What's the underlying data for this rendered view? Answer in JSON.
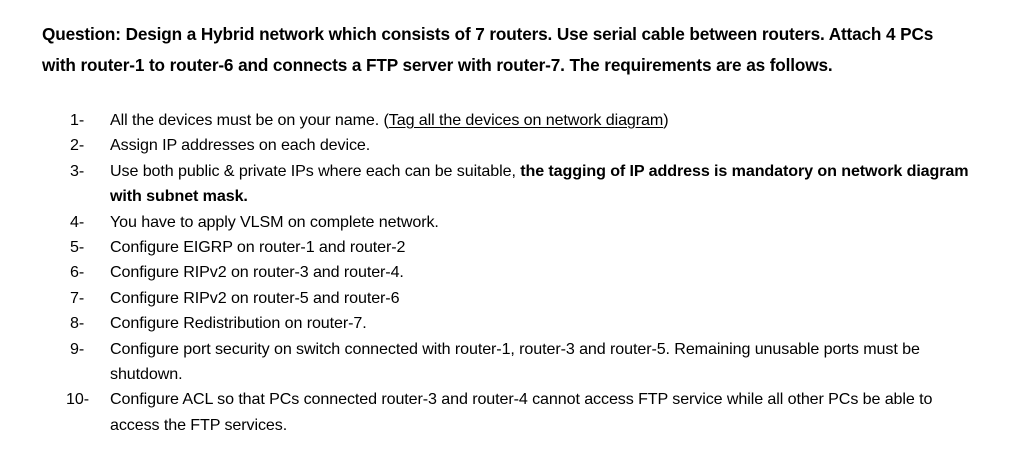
{
  "document": {
    "heading": {
      "text": "Question: Design a Hybrid network which consists of 7 routers. Use serial cable between routers. Attach 4 PCs with router-1 to router-6 and connects a FTP server with router-7. The requirements are as follows."
    },
    "requirements": {
      "items": [
        {
          "marker": "1-",
          "text_before": "All the devices must be on your name. (",
          "underlined": "Tag all the devices on network diagram",
          "text_after": ")"
        },
        {
          "marker": "2-",
          "text_before": "Assign IP addresses on each device.",
          "underlined": "",
          "text_after": ""
        },
        {
          "marker": "3-",
          "text_before": "Use both public & private IPs where each can be suitable, ",
          "bold": "the tagging of IP address is mandatory on network diagram with subnet mask.",
          "text_after": ""
        },
        {
          "marker": "4-",
          "text_before": "You have to apply VLSM on complete network.",
          "underlined": "",
          "text_after": ""
        },
        {
          "marker": "5-",
          "text_before": "Configure EIGRP on router-1 and router-2",
          "underlined": "",
          "text_after": ""
        },
        {
          "marker": "6-",
          "text_before": "Configure RIPv2 on router-3 and router-4.",
          "underlined": "",
          "text_after": ""
        },
        {
          "marker": "7-",
          "text_before": "Configure RIPv2 on router-5 and router-6",
          "underlined": "",
          "text_after": ""
        },
        {
          "marker": "8-",
          "text_before": "Configure Redistribution on router-7.",
          "underlined": "",
          "text_after": ""
        },
        {
          "marker": "9-",
          "text_before": "Configure port security on switch connected with router-1, router-3 and router-5. Remaining unusable ports must be shutdown.",
          "underlined": "",
          "text_after": ""
        },
        {
          "marker": "10-",
          "text_before": "Configure ACL so that PCs connected router-3 and router-4 cannot access FTP service while all other PCs be able to access the FTP services.",
          "underlined": "",
          "text_after": ""
        }
      ]
    }
  },
  "colors": {
    "text": "#000000",
    "background": "#ffffff"
  }
}
